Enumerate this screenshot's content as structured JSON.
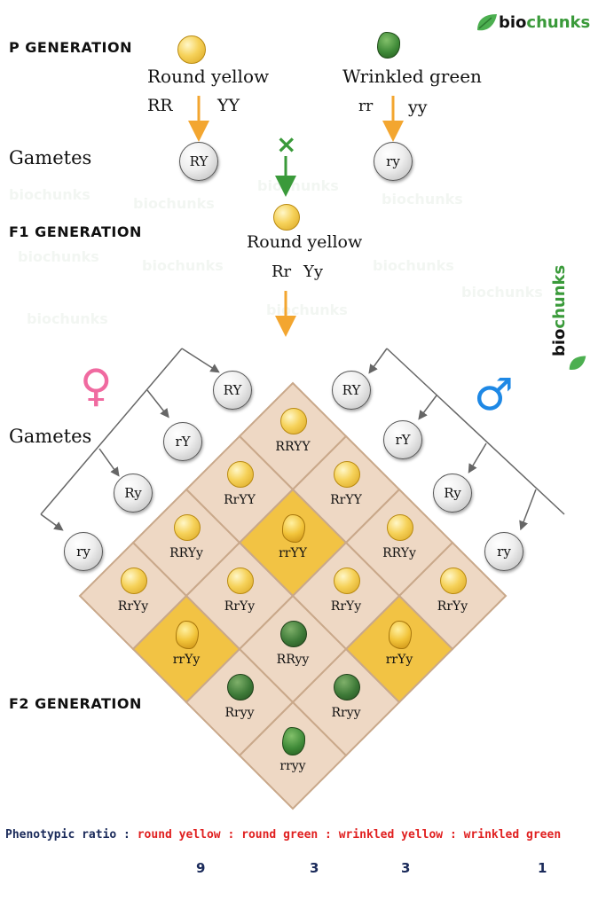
{
  "brand": {
    "part1": "bio",
    "part2": "chunks"
  },
  "p_generation": {
    "label": "P GENERATION",
    "parent1": {
      "phenotype": "Round yellow",
      "gene1": "RR",
      "gene2": "YY"
    },
    "parent2": {
      "phenotype": "Wrinkled green",
      "gene1": "rr",
      "gene2": "yy"
    }
  },
  "gametes_label": "Gametes",
  "p_gametes": [
    "RY",
    "ry"
  ],
  "cross_symbol": "×",
  "f1_generation": {
    "label": "F1 GENERATION",
    "phenotype": "Round yellow",
    "gene1": "Rr",
    "gene2": "Yy"
  },
  "female_symbol": "♀",
  "male_symbol": "♂",
  "female_gametes": [
    "RY",
    "rY",
    "Ry",
    "ry"
  ],
  "male_gametes": [
    "RY",
    "rY",
    "Ry",
    "ry"
  ],
  "f2_label": "F2 GENERATION",
  "punnett": [
    [
      "RRYY",
      "RrYY",
      "RRYy",
      "RrYy"
    ],
    [
      "RrYY",
      "rrYY",
      "RrYy",
      "rrYy"
    ],
    [
      "RRYy",
      "RrYy",
      "RRyy",
      "Rryy"
    ],
    [
      "RrYy",
      "rrYy",
      "Rryy",
      "rryy"
    ]
  ],
  "ratio": {
    "title": "Phenotypic ratio :",
    "classes": [
      "round yellow",
      "round green",
      "wrinkled yellow",
      "wrinkled green"
    ],
    "separator": ":",
    "values": [
      "9",
      "3",
      "3",
      "1"
    ]
  },
  "colors": {
    "arrow_orange": "#f3a630",
    "cross_green": "#3a9a3a",
    "female_pink": "#f06aa0",
    "male_blue": "#1e88e5",
    "ratio_red": "#e02020",
    "ratio_navy": "#1a2a5a",
    "cell_tan": "#eed8c4",
    "cell_gold": "#f2c344"
  }
}
